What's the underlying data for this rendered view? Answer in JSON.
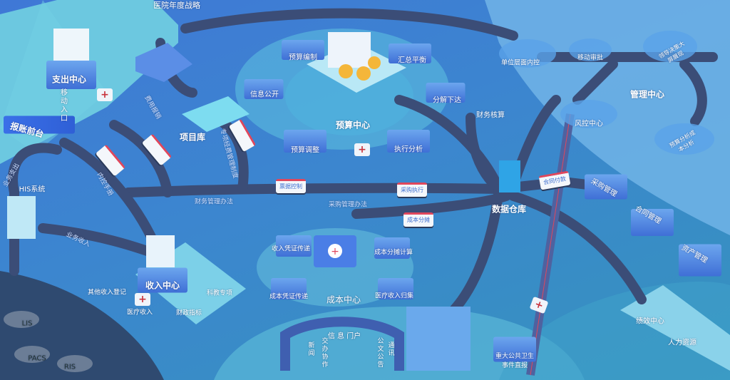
{
  "title": "医院年度战略",
  "expense": {
    "center": "支出中心",
    "mobile_entry": "移动入口",
    "front_desk": "报账前台"
  },
  "project_lib": "项目库",
  "his": "HIS系统",
  "roads": {
    "biz_expense": "业务支出",
    "biz_income": "业务收入",
    "internal_ctrl": "内控手册",
    "expense_reimb": "费用报销",
    "project_fund": "专项经费管理制度",
    "finance_rules": "财务管理办法",
    "purchase_rules": "采购管理办法"
  },
  "budget": {
    "center": "预算中心",
    "compile": "预算编制",
    "balance": "汇总平衡",
    "disclosure": "信息公开",
    "decompose": "分解下达",
    "accounting": "财务核算",
    "adjust": "预算调整",
    "analysis": "执行分析"
  },
  "trucks": {
    "invoice": "票据控制",
    "purchase_exec": "采购执行",
    "cost_alloc": "成本分摊",
    "contract_pay": "合同付款"
  },
  "warehouse": "数据仓库",
  "management": {
    "center": "管理中心",
    "unit_ctrl": "单位层面内控",
    "mobile_approve": "移动审批",
    "leader_screen": "领导决策大屏展现",
    "risk": "风控中心",
    "analysis": "预算分析成本分析"
  },
  "supply": {
    "purchase": "采购管理",
    "contract": "合同管理",
    "asset": "资产管理"
  },
  "performance": {
    "center": "绩效中心",
    "hr": "人力资源"
  },
  "income": {
    "center": "收入中心",
    "other": "其他收入登记",
    "medical": "医疗收入",
    "fiscal": "财政指标",
    "research": "科教专项"
  },
  "systems": {
    "lis": "LIS",
    "pacs": "PACS",
    "ris": "RIS"
  },
  "cost": {
    "center": "成本中心",
    "income_voucher": "收入凭证传递",
    "alloc_calc": "成本分摊计算",
    "cost_voucher": "成本凭证传递",
    "medical_collect": "医疗收入归集"
  },
  "portal": {
    "title": "信 息 门户",
    "news": "新闻",
    "collab": "交办协作",
    "notice": "公文公告",
    "comm": "通讯"
  },
  "public_health": "重大公共卫生事件直报",
  "colors": {
    "road": "#3b4d77",
    "platform": "#6fc8e0",
    "accent_red": "#e0475c"
  }
}
